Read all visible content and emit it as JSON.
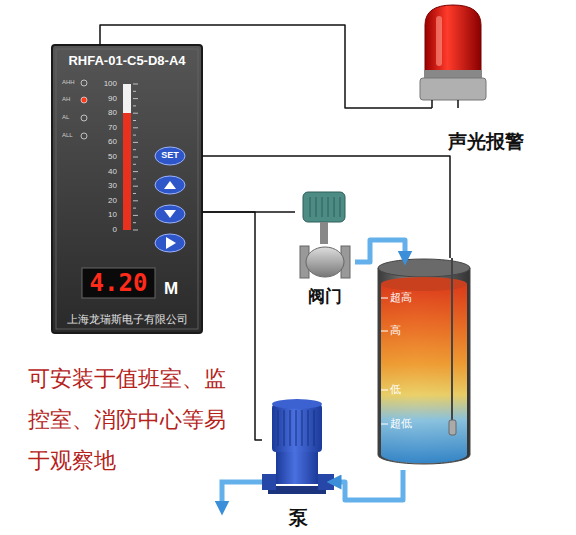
{
  "diagram": {
    "nodes": [
      {
        "text": [
          "RHFA-01-C5-D8-A4",
          "上海龙瑞斯电子有限公司"
        ]
      },
      {
        "text": [
          "SET"
        ],
        "in": 0
      },
      {
        "text": [
          "4.20"
        ],
        "in": 0
      },
      {
        "text": [
          "声光报警"
        ]
      },
      {
        "text": [
          "阀门"
        ]
      },
      {
        "text": [
          "超高",
          "高",
          "低",
          "超低"
        ]
      },
      {
        "text": [
          "泵"
        ]
      }
    ],
    "edges": [
      {
        "from": 0,
        "to": 3,
        "arrow": "none"
      },
      {
        "from": 0,
        "to": 5,
        "arrow": "none"
      },
      {
        "from": 0,
        "to": 4,
        "arrow": "none"
      },
      {
        "from": 0,
        "to": 6,
        "arrow": "none"
      },
      {
        "from": 4,
        "to": 5,
        "arrow": "to"
      },
      {
        "from": 5,
        "to": 6,
        "arrow": "to"
      }
    ],
    "labels": [
      "AHH",
      "AH",
      "AL",
      "ALL",
      "100",
      "90",
      "80",
      "70",
      "60",
      "50",
      "40",
      "30",
      "20",
      "10",
      "0",
      "M",
      "可安装于值班室、监 控室、消防中心等易 于观察地"
    ]
  }
}
